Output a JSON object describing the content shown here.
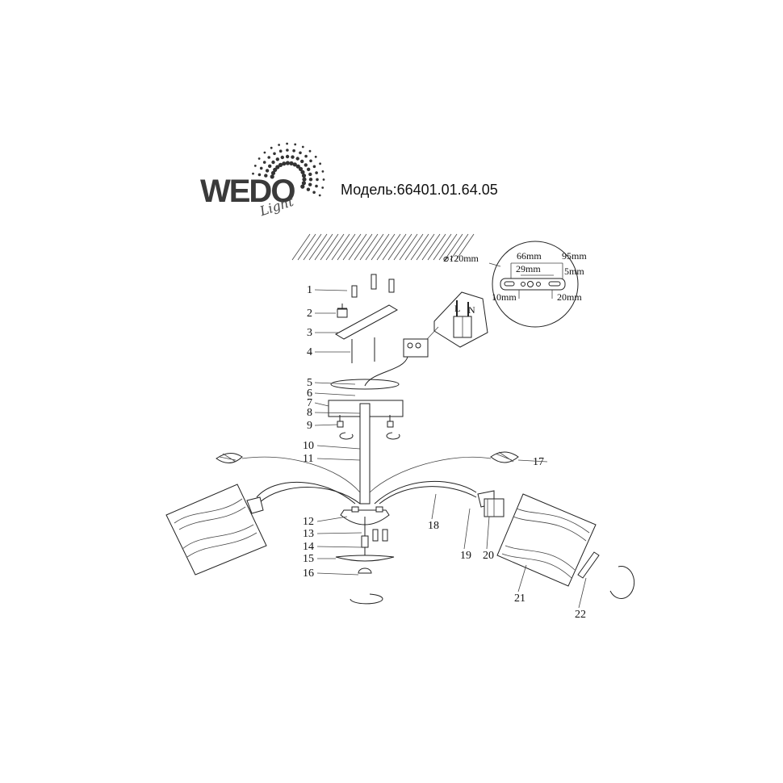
{
  "brand": {
    "logo_text": "WEDO",
    "logo_script": "Light"
  },
  "model": {
    "label": "Модель:66401.01.64.05"
  },
  "dimensions": {
    "diameter": "⌀120mm",
    "d66": "66mm",
    "d95": "95mm",
    "d29": "29mm",
    "d5": "5mm",
    "d10": "10mm",
    "d20": "20mm"
  },
  "terminal_labels": {
    "live": "L",
    "neutral": "N"
  },
  "parts": [
    "1",
    "2",
    "3",
    "4",
    "5",
    "6",
    "7",
    "8",
    "9",
    "10",
    "11",
    "12",
    "13",
    "14",
    "15",
    "16",
    "17",
    "18",
    "19",
    "20",
    "21",
    "22"
  ]
}
